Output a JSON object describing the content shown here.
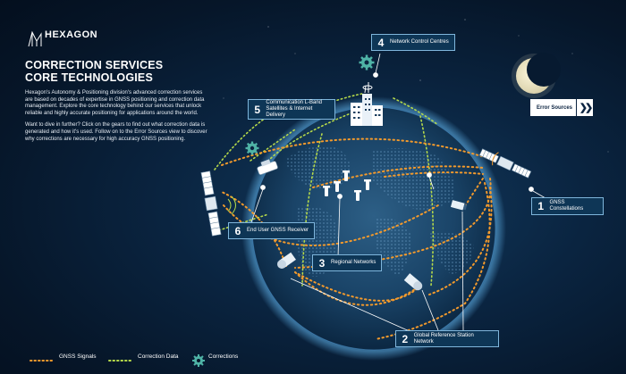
{
  "brand": {
    "name": "HEXAGON"
  },
  "title": {
    "line1": "CORRECTION SERVICES",
    "line2": "CORE TECHNOLOGIES"
  },
  "intro": {
    "p1": "Hexagon's Autonomy & Positioning division's advanced correction services are based on decades of expertise in GNSS positioning and correction data management. Explore the core technology behind our services that unlock reliable and highly accurate positioning for applications around the world.",
    "p2": "Want to dive in further? Click on the gears to find out what correction data is generated and how it's used. Follow on to the Error Sources view to discover why corrections are necessary for high accuracy GNSS positioning."
  },
  "error_button": {
    "label": "Error Sources",
    "icon": "double-chevron-right-icon"
  },
  "labels": [
    {
      "num": "1",
      "text": "GNSS Constellations"
    },
    {
      "num": "2",
      "text": "Global Reference Station Network"
    },
    {
      "num": "3",
      "text": "Regional Networks"
    },
    {
      "num": "4",
      "text": "Network Control Centres"
    },
    {
      "num": "5",
      "text": "Communication L-Band\nSatellites & Internet Delivery"
    },
    {
      "num": "6",
      "text": "End User GNSS Receiver"
    }
  ],
  "legend": {
    "gnss": "GNSS Signals",
    "correction": "Correction Data",
    "corrections": "Corrections"
  },
  "colors": {
    "gnss_signal": "#f39a2c",
    "correction_data": "#b5d94a",
    "gear": "#4fb3a6",
    "label_border": "#7fb6dc",
    "background": "#061629"
  }
}
